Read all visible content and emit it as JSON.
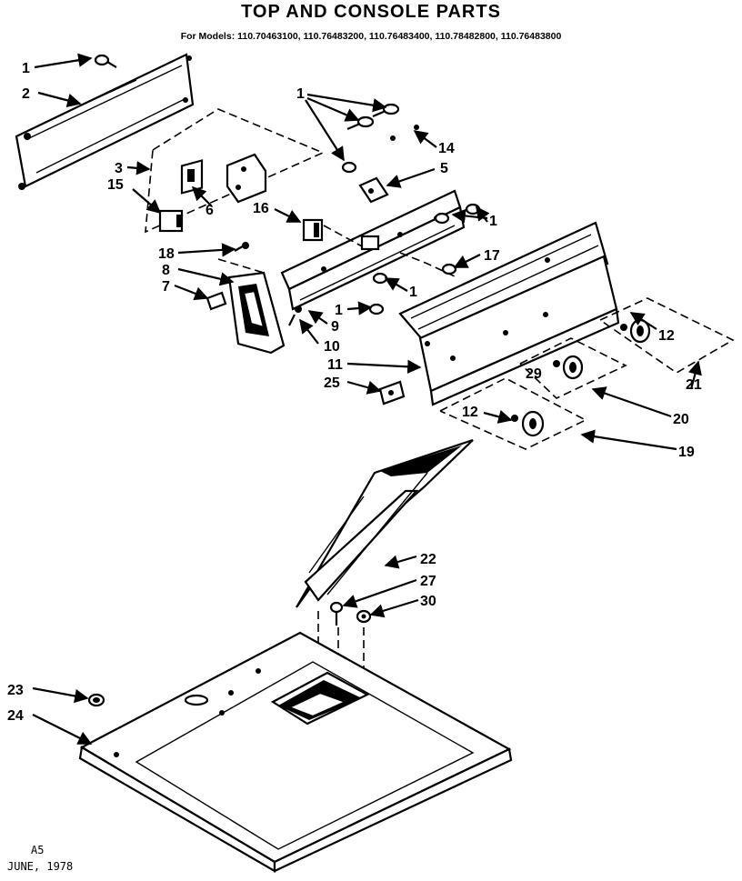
{
  "header": {
    "title": "TOP AND CONSOLE PARTS",
    "models_line": "For Models: 110.70463100, 110.76483200, 110.76483400, 110.78482800, 110.76483800"
  },
  "callouts": {
    "c1a": "1",
    "c2": "2",
    "c1b": "1",
    "c14": "14",
    "c3": "3",
    "c5": "5",
    "c15": "15",
    "c6": "6",
    "c16": "16",
    "c1c": "1",
    "c18": "18",
    "c8": "8",
    "c17": "17",
    "c7": "7",
    "c1d": "1",
    "c1e": "1",
    "c9": "9",
    "c10": "10",
    "c12a": "12",
    "c11": "11",
    "c29": "29",
    "c25": "25",
    "c21": "21",
    "c20": "20",
    "c12b": "12",
    "c19": "19",
    "c22": "22",
    "c27": "27",
    "c30": "30",
    "c23": "23",
    "c24": "24"
  },
  "footer": {
    "code": "A5",
    "date": "JUNE, 1978"
  }
}
